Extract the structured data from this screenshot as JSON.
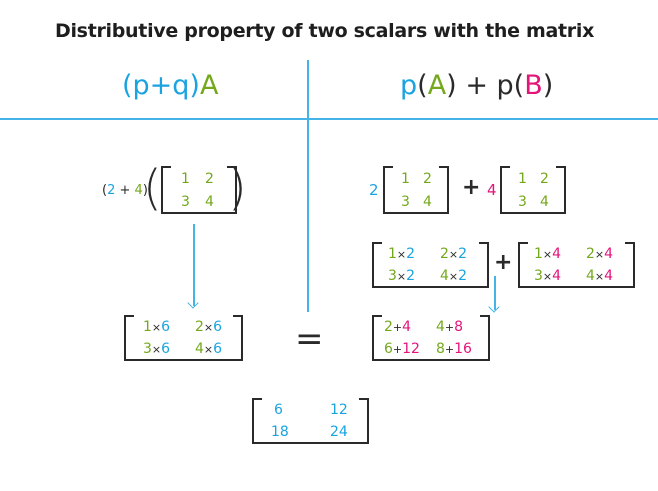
{
  "title": "Distributive property of two scalars with the matrix",
  "colors": {
    "scalar_p": "#1aa3e0",
    "matrix_a": "#74a81c",
    "scalar_q": "#e3147a",
    "divider": "#44b4e6",
    "text": "#2a2a2a"
  },
  "left": {
    "heading": {
      "open": "(p+q)",
      "matrix": "A"
    },
    "scalar_expr": {
      "open": "(",
      "p": "2",
      "plus": "+",
      "q": "4",
      "close": ")"
    },
    "matrix": [
      [
        "1",
        "2"
      ],
      [
        "3",
        "4"
      ]
    ],
    "result_matrix": [
      [
        {
          "a": "1",
          "op": "×",
          "s": "6"
        },
        {
          "a": "2",
          "op": "×",
          "s": "6"
        }
      ],
      [
        {
          "a": "3",
          "op": "×",
          "s": "6"
        },
        {
          "a": "4",
          "op": "×",
          "s": "6"
        }
      ]
    ]
  },
  "right": {
    "heading": {
      "p1": "p",
      "open1": "(",
      "a": "A",
      "close1": ")",
      "plus": "+",
      "p2": "p",
      "open2": "(",
      "b": "B",
      "close2": ")"
    },
    "term1": {
      "scalar": "2",
      "matrix": [
        [
          "1",
          "2"
        ],
        [
          "3",
          "4"
        ]
      ]
    },
    "term2": {
      "scalar": "4",
      "matrix": [
        [
          "1",
          "2"
        ],
        [
          "3",
          "4"
        ]
      ]
    },
    "plus": "+",
    "expanded1": [
      [
        {
          "a": "1",
          "op": "×",
          "s": "2"
        },
        {
          "a": "2",
          "op": "×",
          "s": "2"
        }
      ],
      [
        {
          "a": "3",
          "op": "×",
          "s": "2"
        },
        {
          "a": "4",
          "op": "×",
          "s": "2"
        }
      ]
    ],
    "expanded2": [
      [
        {
          "a": "1",
          "op": "×",
          "s": "4"
        },
        {
          "a": "2",
          "op": "×",
          "s": "4"
        }
      ],
      [
        {
          "a": "3",
          "op": "×",
          "s": "4"
        },
        {
          "a": "4",
          "op": "×",
          "s": "4"
        }
      ]
    ],
    "sum_matrix": [
      [
        {
          "a": "2",
          "op": "+",
          "b": "4"
        },
        {
          "a": "4",
          "op": "+",
          "b": "8"
        }
      ],
      [
        {
          "a": "6",
          "op": "+",
          "b": "12"
        },
        {
          "a": "8",
          "op": "+",
          "b": "16"
        }
      ]
    ]
  },
  "equals": "=",
  "final_matrix": [
    [
      "6",
      "12"
    ],
    [
      "18",
      "24"
    ]
  ]
}
